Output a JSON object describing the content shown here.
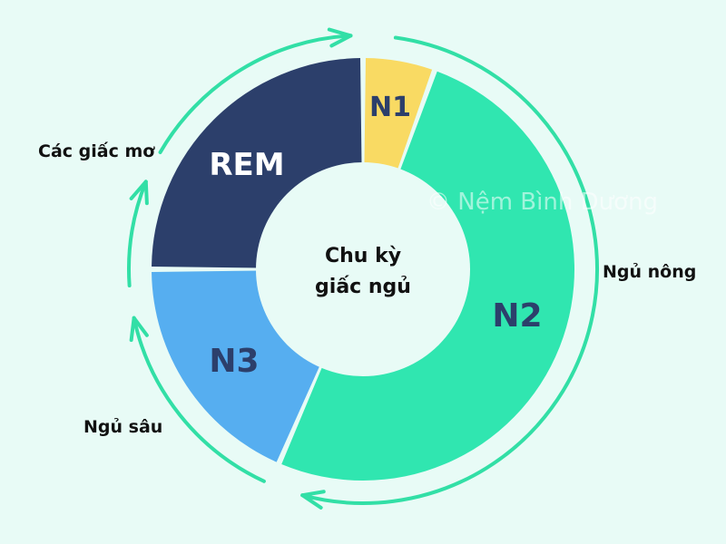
{
  "diagram": {
    "title_line1": "Chu kỳ",
    "title_line2": "giấc ngủ",
    "watermark": "© Nệm Bình Dương",
    "segments": [
      {
        "id": "n1",
        "label": "N1",
        "share": 0.055,
        "color": "#f9da63",
        "text_color": "#2c3f6b"
      },
      {
        "id": "n2",
        "label": "N2",
        "share": 0.51,
        "color": "#30e6b0",
        "text_color": "#2c3f6b"
      },
      {
        "id": "n3",
        "label": "N3",
        "share": 0.185,
        "color": "#56aef0",
        "text_color": "#2c3f6b"
      },
      {
        "id": "rem",
        "label": "REM",
        "share": 0.25,
        "color": "#2c3f6b",
        "text_color": "#ffffff"
      }
    ],
    "annotations": {
      "dreams": "Các giấc mơ",
      "light_sleep": "Ngủ nông",
      "deep_sleep": "Ngủ sâu"
    },
    "arrow_color": "#32dfa6",
    "cycle_direction": "clockwise"
  }
}
